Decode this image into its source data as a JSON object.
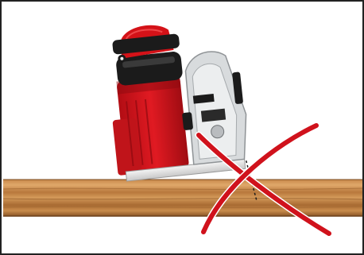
{
  "figure": {
    "subject": "circular-saw",
    "workpiece": "wood-plank",
    "mark": "red-x",
    "colors": {
      "border": "#222222",
      "saw_body": "#d41218",
      "saw_body_dark": "#8e0a10",
      "saw_motor_black": "#1b1b1b",
      "saw_plate": "#e6e6e6",
      "blade_guard": "#cfd2d4",
      "wood_light": "#d59a55",
      "wood_mid": "#b8783c",
      "wood_dark": "#8a5526",
      "x_red": "#d0121c"
    }
  }
}
